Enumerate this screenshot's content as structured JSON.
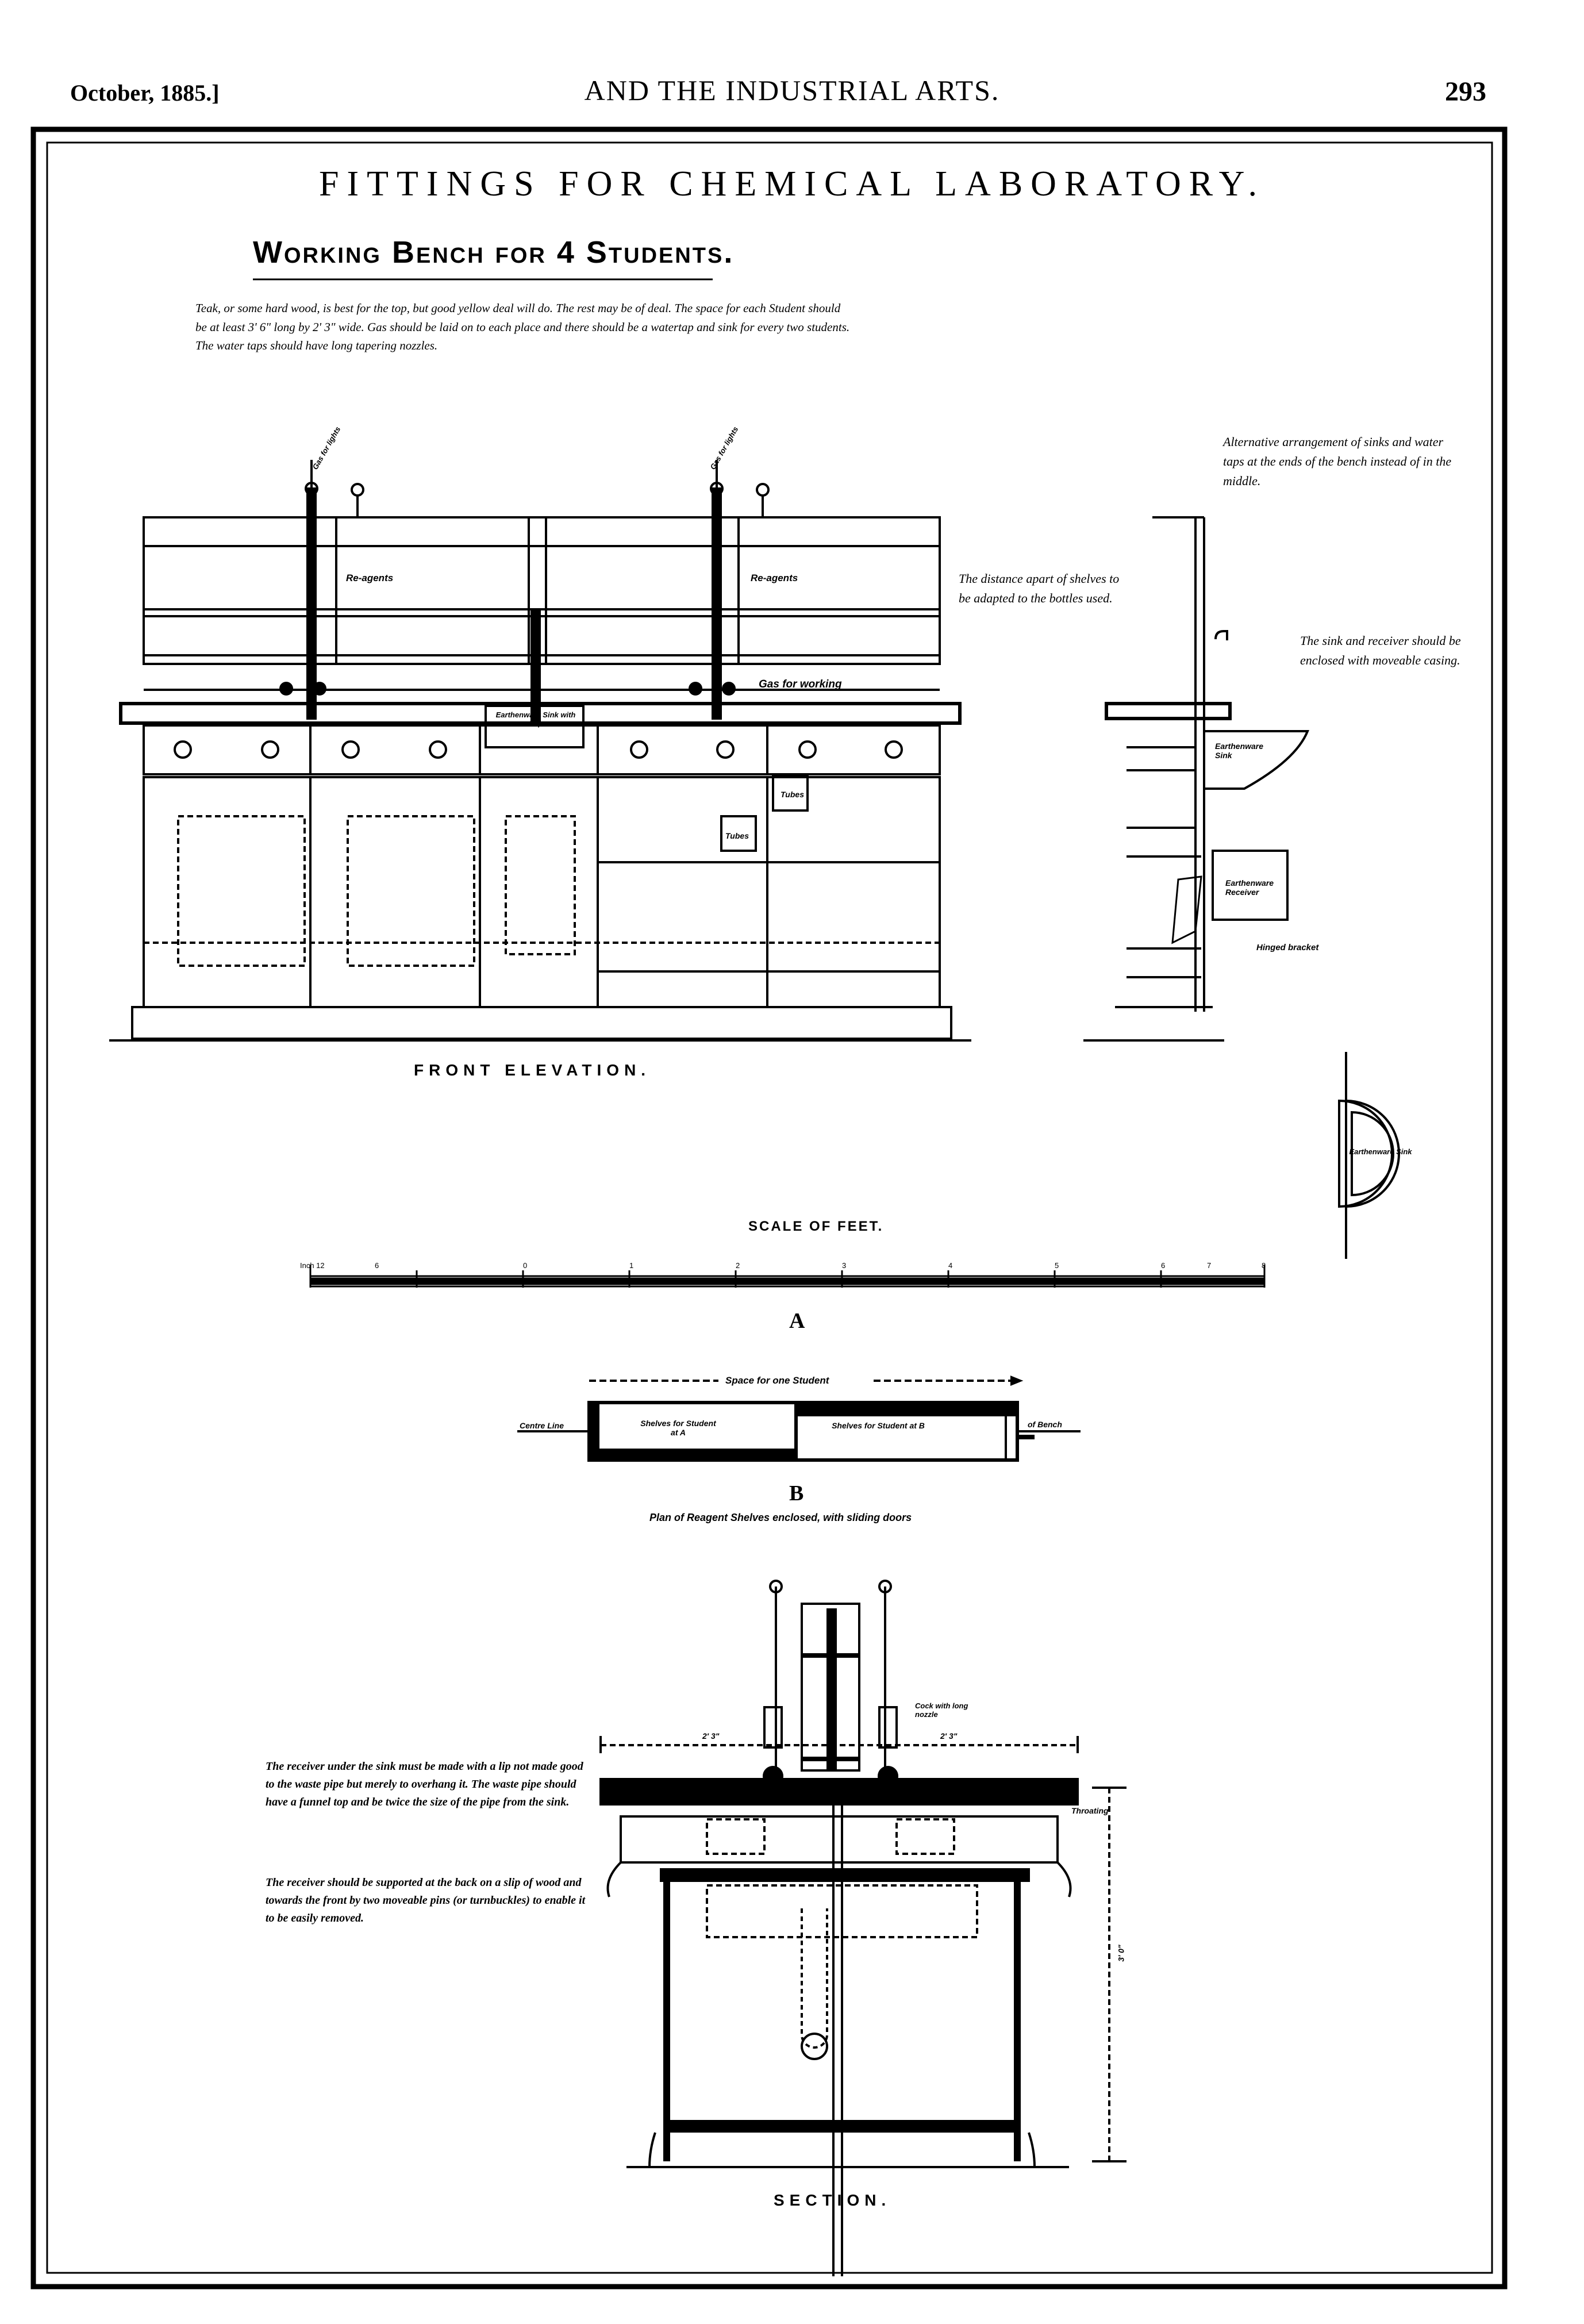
{
  "header": {
    "date": "October, 1885.]",
    "journal": "AND THE INDUSTRIAL ARTS.",
    "page": "293"
  },
  "plate": {
    "title": "FITTINGS FOR CHEMICAL LABORATORY.",
    "subtitle": "Working Bench for 4 Students.",
    "top_note": "Teak, or some hard wood, is best for the top, but good yellow deal will do. The rest may be of deal. The space for each Student should be at least 3' 6\" long by 2' 3\" wide. Gas should be laid on to each place and there should be a watertap and sink for every two students. The water taps should have long tapering nozzles.",
    "alt_note": "Alternative arrangement of sinks and water taps at the ends of the bench instead of in the middle.",
    "shelves_note": "The distance apart of shelves to be adapted to the bottles used.",
    "sink_note": "The sink and receiver should be enclosed with moveable casing.",
    "section_note_1": "The receiver under the sink must be made with a lip not made good to the waste pipe but merely to overhang it. The waste pipe should have a funnel top and be twice the size of the pipe from the sink.",
    "section_note_2": "The receiver should be supported at the back on a slip of wood and towards the front by two moveable pins (or turnbuckles) to enable it to be easily removed.",
    "front_elevation_label": "FRONT ELEVATION.",
    "scale_label": "SCALE OF FEET.",
    "fig_a": "A",
    "fig_b": "B",
    "section_label": "SECTION.",
    "plan_caption": "Plan of Reagent Shelves enclosed, with sliding doors",
    "labels": {
      "reagents_left": "Re-agents",
      "reagents_right": "Re-agents",
      "gas_for_lights_left": "Gas for lights",
      "gas_for_lights_right": "Gas for lights",
      "gas_for_working": "Gas for working",
      "earthenware_sink_front": "Earthenware Sink with trap",
      "tubes_1": "Tubes",
      "tubes_2": "Tubes",
      "earthenware_sink_side": "Earthenware Sink",
      "earthenware_receiver": "Earthenware Receiver",
      "hinged_bracket": "Hinged bracket",
      "earthenware_sink_plan": "Earthenware Sink",
      "space_for_one_student": "Space for one Student",
      "centre_line": "Centre Line",
      "shelves_a": "Shelves for Student at A",
      "shelves_b": "Shelves for Student at B",
      "of_bench": "of Bench",
      "cock_with_long_nozzle": "Cock with long nozzle",
      "throating": "Throating",
      "dim_width_left": "2' 3\"",
      "dim_width_right": "2' 3\"",
      "dim_height": "3' 0\""
    },
    "scale_ticks": [
      "Inch 12",
      "6",
      "0",
      "1",
      "2",
      "3",
      "4",
      "5",
      "6",
      "7",
      "8"
    ]
  }
}
